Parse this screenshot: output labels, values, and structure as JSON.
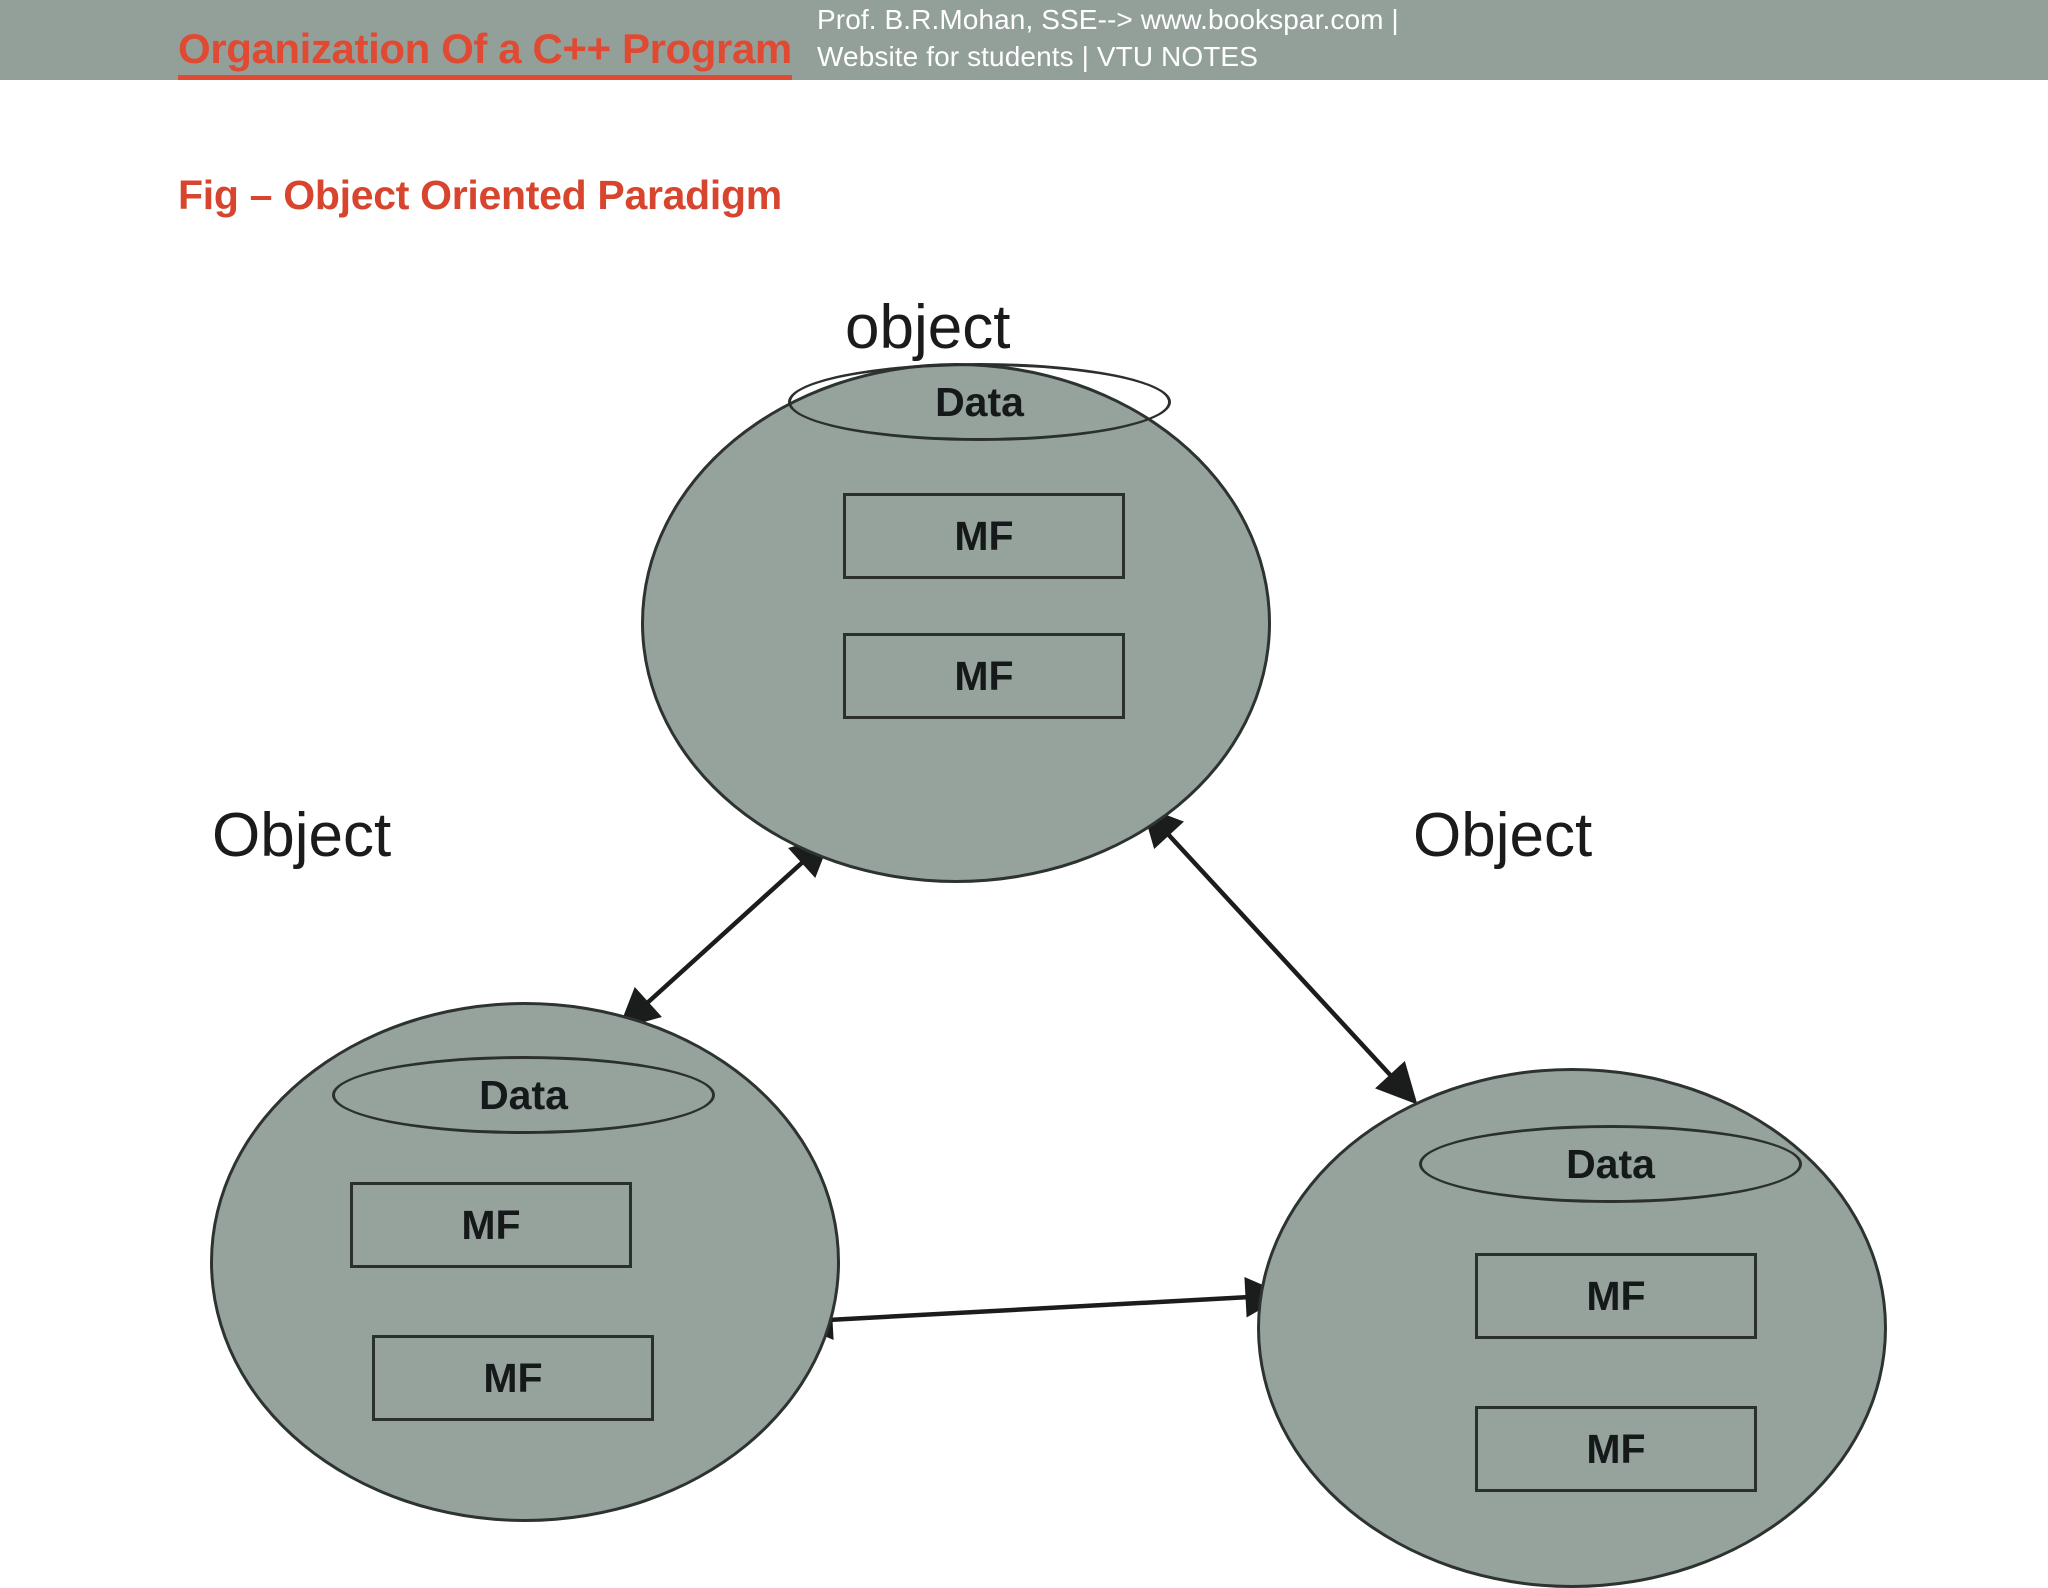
{
  "header": {
    "band_color": "#93a09a",
    "title": "Organization Of a C++ Program",
    "title_color": "#e04a32",
    "watermark": "Prof. B.R.Mohan, SSE--> www.bookspar.com | Website for students | VTU NOTES",
    "watermark_color": "#ffffff"
  },
  "figure": {
    "subtitle": "Fig – Object Oriented Paradigm",
    "subtitle_color": "#d8452e"
  },
  "diagram": {
    "node_fill": "#96a39c",
    "stroke_color": "#2b302e",
    "arrow_color": "#1a1d1c",
    "labels": {
      "top": "object",
      "left": "Object",
      "right": "Object"
    },
    "nodes": [
      {
        "id": "top",
        "label": "object",
        "data_label": "Data",
        "members": [
          "MF",
          "MF"
        ]
      },
      {
        "id": "left",
        "label": "Object",
        "data_label": "Data",
        "members": [
          "MF",
          "MF"
        ]
      },
      {
        "id": "right",
        "label": "Object",
        "data_label": "Data",
        "members": [
          "MF",
          "MF"
        ]
      }
    ],
    "connectors": [
      {
        "from": "top",
        "to": "left",
        "style": "double-headed-arrow"
      },
      {
        "from": "top",
        "to": "right",
        "style": "double-headed-arrow"
      },
      {
        "from": "left",
        "to": "right",
        "style": "double-headed-arrow"
      }
    ]
  }
}
